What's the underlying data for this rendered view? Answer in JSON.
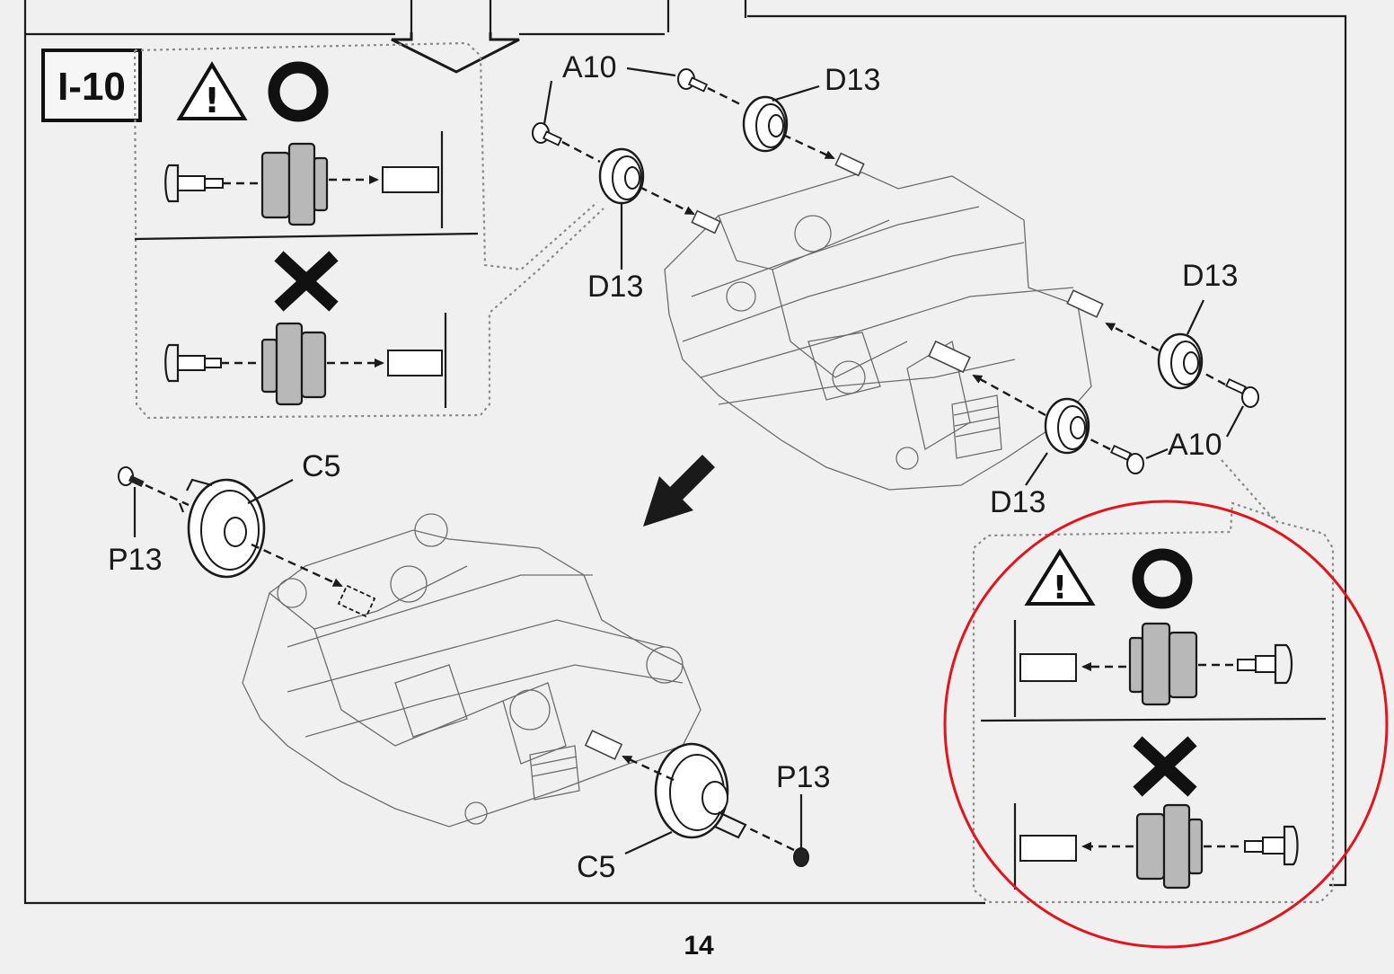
{
  "step": {
    "number": "I-10"
  },
  "page": {
    "number": "14"
  },
  "legend": {
    "correct_icon": "circle-ok-icon",
    "wrong_icon": "cross-wrong-icon",
    "warning_icon": "warning-triangle-icon"
  },
  "labels": {
    "a10_top": "A10",
    "d13_top_right": "D13",
    "d13_top_left": "D13",
    "d13_right_upper": "D13",
    "d13_right_lower": "D13",
    "a10_right": "A10",
    "c5_top": "C5",
    "p13_left": "P13",
    "p13_bottom": "P13",
    "c5_bottom": "C5"
  },
  "colors": {
    "highlight_circle": "#e2151d",
    "part_fill": "#b8b8b8",
    "paper": "#f1f0f1"
  }
}
